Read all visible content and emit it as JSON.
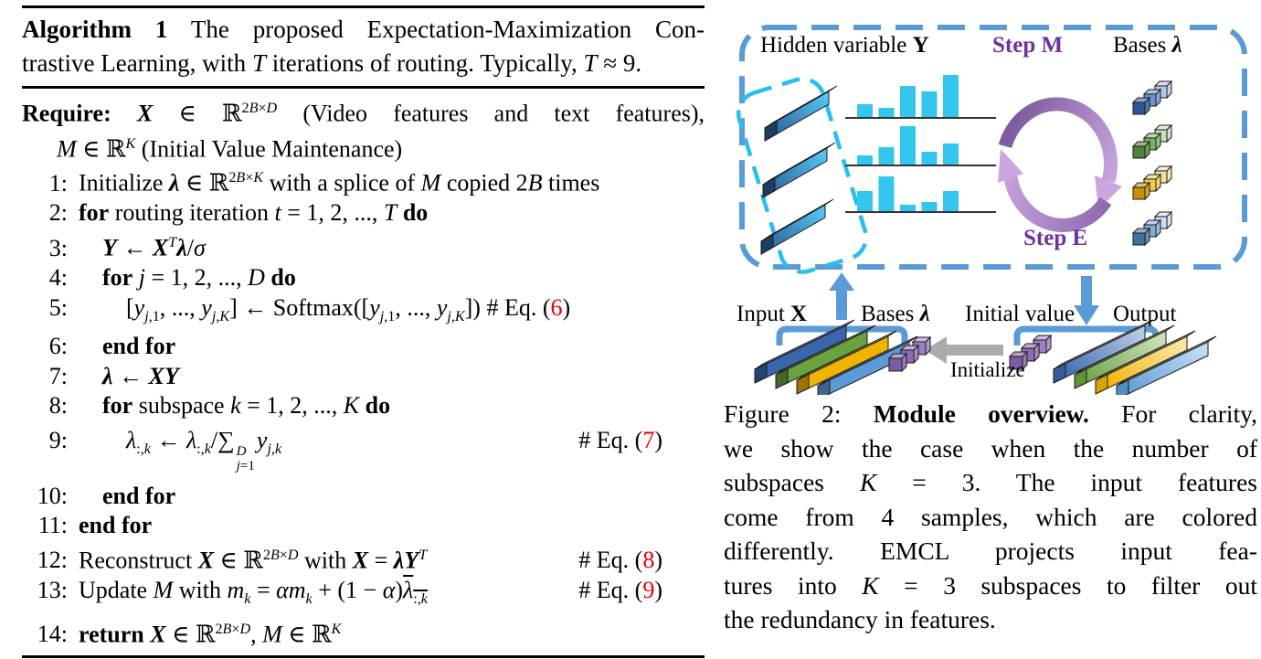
{
  "algorithm": {
    "eq_number_color": "#ee0000",
    "title_lines": [
      "<b>Algorithm 1</b> The proposed Expectation-Maximization Con-",
      "trastive Learning, with <i>T</i> iterations of routing. Typically, <i>T</i> ≈ 9."
    ],
    "require_lines": [
      "<b>Require:</b> <span class=\"bi\">X</span> ∈ ℝ<sup>2<i>B</i>×<i>D</i></sup> (Video features and text features),",
      "<i>M</i> ∈ ℝ<sup><i>K</i></sup> (Initial Value Maintenance)"
    ],
    "lines": [
      {
        "num": "1:",
        "indent": 0,
        "body": "Initialize <span class=\"bi\">λ</span> ∈ ℝ<sup>2<i>B</i>×<i>K</i></sup> with a splice of <i>M</i> copied 2<i>B</i> times"
      },
      {
        "num": "2:",
        "indent": 0,
        "body": "<b>for</b> routing iteration <i>t</i> = 1, 2, ..., <i>T</i> <b>do</b>"
      },
      {
        "num": "3:",
        "indent": 1,
        "body": "<span class=\"bi\">Y</span> ← <span class=\"bi\">X</span><sup><i>T</i></sup><span class=\"bi\">λ</span>/<i>σ</i>"
      },
      {
        "num": "4:",
        "indent": 1,
        "body": "<b>for</b> <i>j</i> = 1, 2, ..., <i>D</i> <b>do</b>"
      },
      {
        "num": "5:",
        "indent": 2,
        "body": "[<i>y</i><sub><i>j</i>,1</sub>, ..., <i>y</i><sub><i>j</i>,<i>K</i></sub>] ← Softmax([<i>y</i><sub><i>j</i>,1</sub>, ..., <i>y</i><sub><i>j</i>,<i>K</i></sub>]) # Eq. (<span class=\"rd\">6</span>)"
      },
      {
        "num": "6:",
        "indent": 1,
        "body": "<b>end for</b>"
      },
      {
        "num": "7:",
        "indent": 1,
        "body": "<span class=\"bi\">λ</span> ← <span class=\"bi\">XY</span>"
      },
      {
        "num": "8:",
        "indent": 1,
        "body": "<b>for</b> subspace <i>k</i> = 1, 2, ..., <i>K</i> <b>do</b>"
      },
      {
        "num": "9:",
        "indent": 2,
        "tall": true,
        "body": "<i>λ</i><sub>:,<i>k</i></sub> ← <i>λ</i><sub>:,<i>k</i></sub>/∑<span class=\"stk\"><span><i>D</i></span><span><i>j</i>=1</span></span><i>y</i><sub><i>j</i>,<i>k</i></sub>",
        "comment": "# Eq. (<span class=\"rd\">7</span>)"
      },
      {
        "num": "10:",
        "indent": 1,
        "body": "<b>end for</b>"
      },
      {
        "num": "11:",
        "indent": 0,
        "body": "<b>end for</b>"
      },
      {
        "num": "12:",
        "indent": 0,
        "body": "Reconstruct <span class=\"bi\">X</span> ∈ ℝ<sup>2<i>B</i>×<i>D</i></sup> with <span class=\"bi\">X</span> = <span class=\"bi\">λY</span><sup><i>T</i></sup>",
        "comment": "# Eq. (<span class=\"rd\">8</span>)"
      },
      {
        "num": "13:",
        "indent": 0,
        "body": "Update <i>M</i> with <i>m</i><sub><i>k</i></sub> = <i>αm</i><sub><i>k</i></sub> + (1 − <i>α</i>)<span class=\"ovl\"><i>λ</i><sub>:,<i>k</i></sub></span>",
        "comment": "# Eq. (<span class=\"rd\">9</span>)"
      },
      {
        "num": "14:",
        "indent": 0,
        "body": "<b>return</b> <span class=\"bi\">X</span> ∈ ℝ<sup>2<i>B</i>×<i>D</i></sup>, <i>M</i> ∈ ℝ<sup><i>K</i></sup>"
      }
    ]
  },
  "figure": {
    "labels": {
      "hidden_variable": "Hidden variable <b>Y</b>",
      "step_m": "Step M",
      "bases_top": "Bases <span class=\"bi\">λ</span>",
      "step_e": "Step E",
      "input_x": "Input <b>X</b>",
      "bases_bottom": "Bases <span class=\"bi\">λ</span>",
      "initial_value": "Initial value",
      "output": "Output",
      "initialize": "Initialize"
    },
    "caption_lines": [
      "Figure 2: <b>Module overview.</b> For clarity,",
      "we show the case when the number of",
      "subspaces <i>K</i> = 3.  The input features",
      "come from 4 samples, which are colored",
      "differently.  EMCL projects input fea-",
      "tures into <i>K</i> = 3 subspaces to filter out",
      "the redundancy in features."
    ],
    "histograms": [
      [
        14,
        10,
        34,
        28,
        46
      ],
      [
        10,
        19,
        42,
        14,
        23
      ],
      [
        22,
        38,
        7,
        10,
        22
      ]
    ],
    "colors": {
      "box_border": "#5B9BD5",
      "inner_outline": "#29BDF0",
      "hist_bar": "#33C7F0",
      "step_label": "#7030A0",
      "arrow_dark": "#7C5C9E",
      "arrow_light": "#C9A6DE",
      "initialize_arrow": "#ABABAB",
      "sample_colors": [
        "#3A66AE",
        "#69A33E",
        "#F0B400",
        "#5B9BD5"
      ],
      "hidden_bar_gradient": [
        "#2B5F95",
        "#55C2F0"
      ],
      "purple_cubes": [
        "#7D5BA0",
        "#8F6BB4",
        "#A07EC4"
      ],
      "base_clusters": [
        [
          "#2F5597",
          "#6B93CE",
          "#B4C7E7"
        ],
        [
          "#538135",
          "#7FB25C",
          "#C6E0B4"
        ],
        [
          "#C99100",
          "#F2CA4D",
          "#F2E2A0"
        ],
        [
          "#41719C",
          "#85AED6",
          "#CCDDF0"
        ]
      ]
    }
  }
}
